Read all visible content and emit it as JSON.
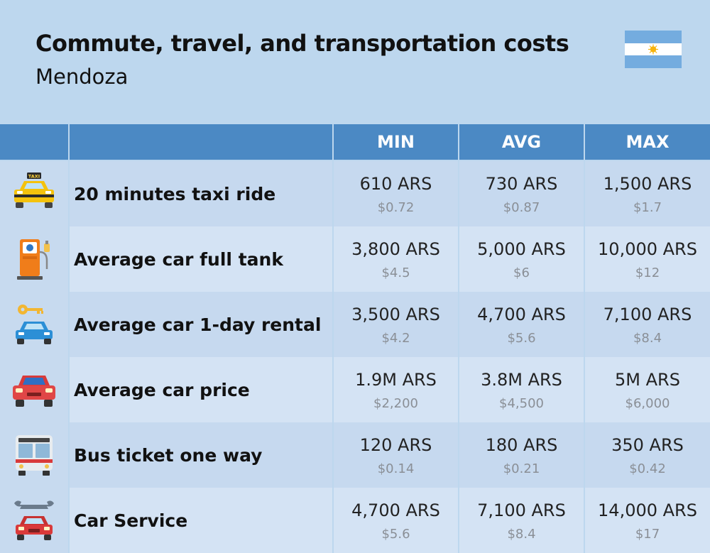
{
  "title": "Commute, travel, and transportation costs",
  "subtitle": "Mendoza",
  "flag": {
    "name": "argentina-flag",
    "colors": [
      "#74ACDF",
      "#FFFFFF",
      "#F6B40E"
    ]
  },
  "columns": [
    "",
    "MIN",
    "AVG",
    "MAX"
  ],
  "rows": [
    {
      "icon": "taxi-icon",
      "icon_text": "TAXI",
      "label": "20 minutes taxi ride",
      "min": "610 ARS",
      "min_usd": "$0.72",
      "avg": "730 ARS",
      "avg_usd": "$0.87",
      "max": "1,500 ARS",
      "max_usd": "$1.7"
    },
    {
      "icon": "fuel-pump-icon",
      "label": "Average car full tank",
      "min": "3,800 ARS",
      "min_usd": "$4.5",
      "avg": "5,000 ARS",
      "avg_usd": "$6",
      "max": "10,000 ARS",
      "max_usd": "$12"
    },
    {
      "icon": "car-rental-key-icon",
      "label": "Average car 1-day rental",
      "min": "3,500 ARS",
      "min_usd": "$4.2",
      "avg": "4,700 ARS",
      "avg_usd": "$5.6",
      "max": "7,100 ARS",
      "max_usd": "$8.4"
    },
    {
      "icon": "car-icon",
      "label": "Average car price",
      "min": "1.9M ARS",
      "min_usd": "$2,200",
      "avg": "3.8M ARS",
      "avg_usd": "$4,500",
      "max": "5M ARS",
      "max_usd": "$6,000"
    },
    {
      "icon": "bus-icon",
      "label": "Bus ticket one way",
      "min": "120 ARS",
      "min_usd": "$0.14",
      "avg": "180 ARS",
      "avg_usd": "$0.21",
      "max": "350 ARS",
      "max_usd": "$0.42"
    },
    {
      "icon": "car-service-wrench-icon",
      "label": "Car Service",
      "min": "4,700 ARS",
      "min_usd": "$5.6",
      "avg": "7,100 ARS",
      "avg_usd": "$8.4",
      "max": "14,000 ARS",
      "max_usd": "$17"
    }
  ],
  "colors": {
    "background": "#bdd7ee",
    "header": "#4b89c4",
    "row_odd": "#c6d9ef",
    "row_even": "#d4e3f4"
  },
  "chart_data": {
    "type": "table",
    "title": "Commute, travel, and transportation costs",
    "subtitle": "Mendoza",
    "columns": [
      "MIN",
      "AVG",
      "MAX"
    ],
    "rows": [
      {
        "label": "20 minutes taxi ride",
        "values_ars": [
          610,
          730,
          1500
        ],
        "values_usd": [
          0.72,
          0.87,
          1.7
        ]
      },
      {
        "label": "Average car full tank",
        "values_ars": [
          3800,
          5000,
          10000
        ],
        "values_usd": [
          4.5,
          6,
          12
        ]
      },
      {
        "label": "Average car 1-day rental",
        "values_ars": [
          3500,
          4700,
          7100
        ],
        "values_usd": [
          4.2,
          5.6,
          8.4
        ]
      },
      {
        "label": "Average car price",
        "values_ars": [
          1900000,
          3800000,
          5000000
        ],
        "values_usd": [
          2200,
          4500,
          6000
        ]
      },
      {
        "label": "Bus ticket one way",
        "values_ars": [
          120,
          180,
          350
        ],
        "values_usd": [
          0.14,
          0.21,
          0.42
        ]
      },
      {
        "label": "Car Service",
        "values_ars": [
          4700,
          7100,
          14000
        ],
        "values_usd": [
          5.6,
          8.4,
          17
        ]
      }
    ]
  }
}
